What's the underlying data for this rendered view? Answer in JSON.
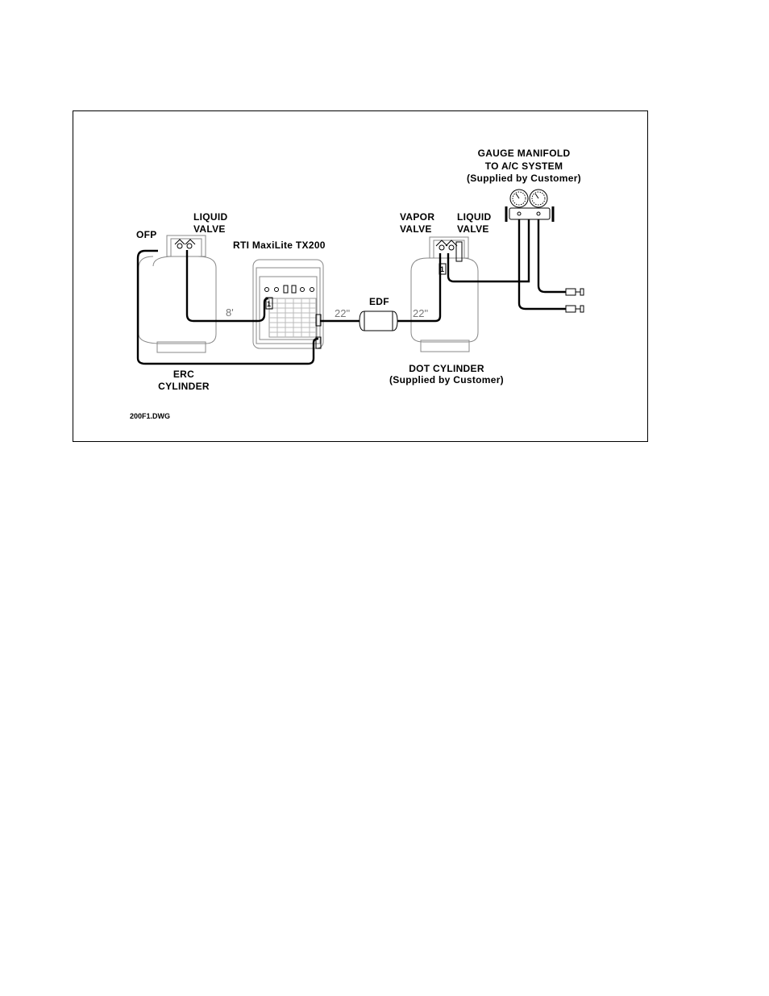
{
  "labels": {
    "gauge_manifold_line1": "GAUGE MANIFOLD",
    "gauge_manifold_line2": "TO A/C SYSTEM",
    "gauge_manifold_line3": "(Supplied by Customer)",
    "ofp": "OFP",
    "liquid_valve_left_line1": "LIQUID",
    "liquid_valve_left_line2": "VALVE",
    "rti_unit": "RTI MaxiLite TX200",
    "vapor_valve_line1": "VAPOR",
    "vapor_valve_line2": "VALVE",
    "liquid_valve_right_line1": "LIQUID",
    "liquid_valve_right_line2": "VALVE",
    "edf": "EDF",
    "len_8ft": "8'",
    "len_22in_left": "22\"",
    "len_22in_right": "22\"",
    "erc_line1": "ERC",
    "erc_line2": "CYLINDER",
    "dot_line1": "DOT CYLINDER",
    "dot_line2": "(Supplied by Customer)",
    "drawing_id": "200F1.DWG",
    "port_marker_unit": "1",
    "port_marker_dot": "1"
  },
  "colors": {
    "ink": "#000000",
    "outline_gray": "#888888",
    "length_text_gray": "#777777"
  }
}
